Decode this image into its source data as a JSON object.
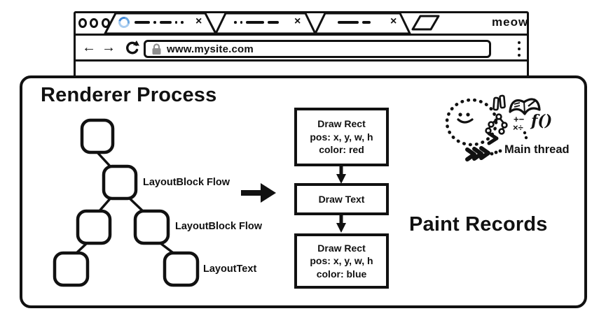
{
  "browser": {
    "brand": "meow",
    "url": "www.mysite.com",
    "tab_count": 3
  },
  "icons": {
    "tab_close": "×",
    "back_arrow": "←",
    "forward_arrow": "→"
  },
  "renderer": {
    "title": "Renderer Process",
    "tree_labels": [
      "LayoutBlock Flow",
      "LayoutBlock Flow",
      "LayoutText"
    ],
    "paint": {
      "heading": "Paint Records",
      "records": [
        {
          "l1": "Draw Rect",
          "l2": "pos: x, y, w, h",
          "l3": "color: red"
        },
        {
          "l1": "Draw Text"
        },
        {
          "l1": "Draw Rect",
          "l2": "pos: x, y, w, h",
          "l3": "color: blue"
        }
      ]
    },
    "main_thread": "Main thread",
    "doodle_symbols": {
      "row1": "+−",
      "row2": "×÷",
      "fn": "f()"
    }
  },
  "colors": {
    "ink": "#111111",
    "spinner_blue": "#3f87d6",
    "spinner_light": "#a9cdf0",
    "lock_gray": "#8e8e8e",
    "background": "#ffffff"
  }
}
